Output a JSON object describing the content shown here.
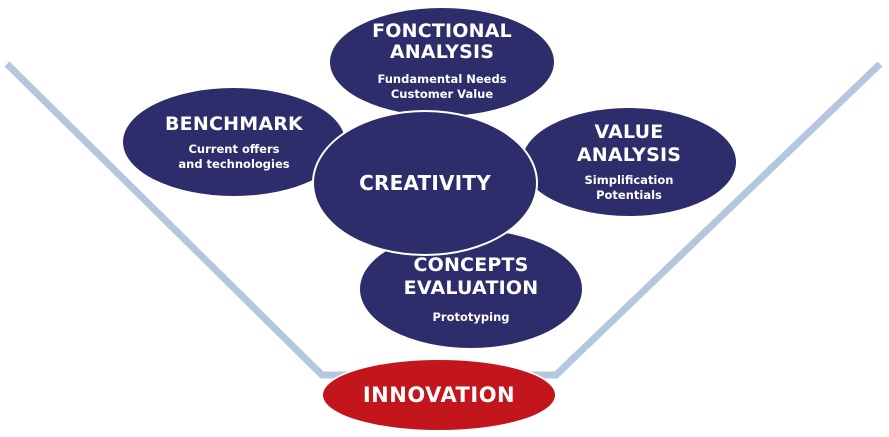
{
  "colors": {
    "node_fill": "#2e2d6b",
    "innovation_fill": "#c3151c",
    "funnel_line": "#b5c6df",
    "text": "#ffffff"
  },
  "nodes": {
    "fonctional_analysis": {
      "title_line1": "FONCTIONAL",
      "title_line2": "ANALYSIS",
      "sub_line1": "Fundamental Needs",
      "sub_line2": "Customer Value"
    },
    "benchmark": {
      "title": "BENCHMARK",
      "sub_line1": "Current offers",
      "sub_line2": "and technologies"
    },
    "creativity": {
      "title": "CREATIVITY"
    },
    "value_analysis": {
      "title_line1": "VALUE",
      "title_line2": "ANALYSIS",
      "sub_line1": "Simplification",
      "sub_line2": "Potentials"
    },
    "concepts_evaluation": {
      "title_line1": "CONCEPTS",
      "title_line2": "EVALUATION",
      "sub_line1": "Prototyping"
    },
    "innovation": {
      "title": "INNOVATION"
    }
  }
}
